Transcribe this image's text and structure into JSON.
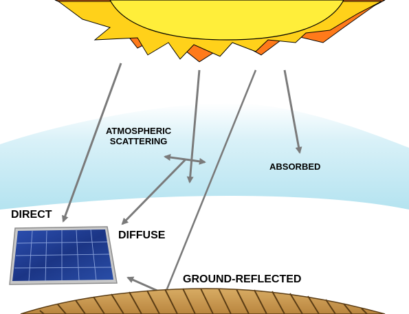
{
  "labels": {
    "atmospheric_scattering_line1": "ATMOSPHERIC",
    "atmospheric_scattering_line2": "SCATTERING",
    "absorbed": "ABSORBED",
    "direct": "DIRECT",
    "diffuse": "DIFFUSE",
    "ground_reflected": "GROUND-REFLECTED"
  },
  "colors": {
    "sun_inner_rays": "#ffd11a",
    "sun_outer_rays": "#ff7a1a",
    "sun_core": "#ffee3a",
    "sky_band": "#bfe7f2",
    "arrow": "#7a7a7a",
    "panel_cell": "#1c3a8c",
    "panel_frame": "#c8c8c8",
    "ground": "#c89850",
    "ground_hatch": "#5a3c14"
  },
  "icons": {
    "sun": "sun-icon",
    "solar_panel": "solar-panel-icon",
    "ground": "ground-icon"
  }
}
